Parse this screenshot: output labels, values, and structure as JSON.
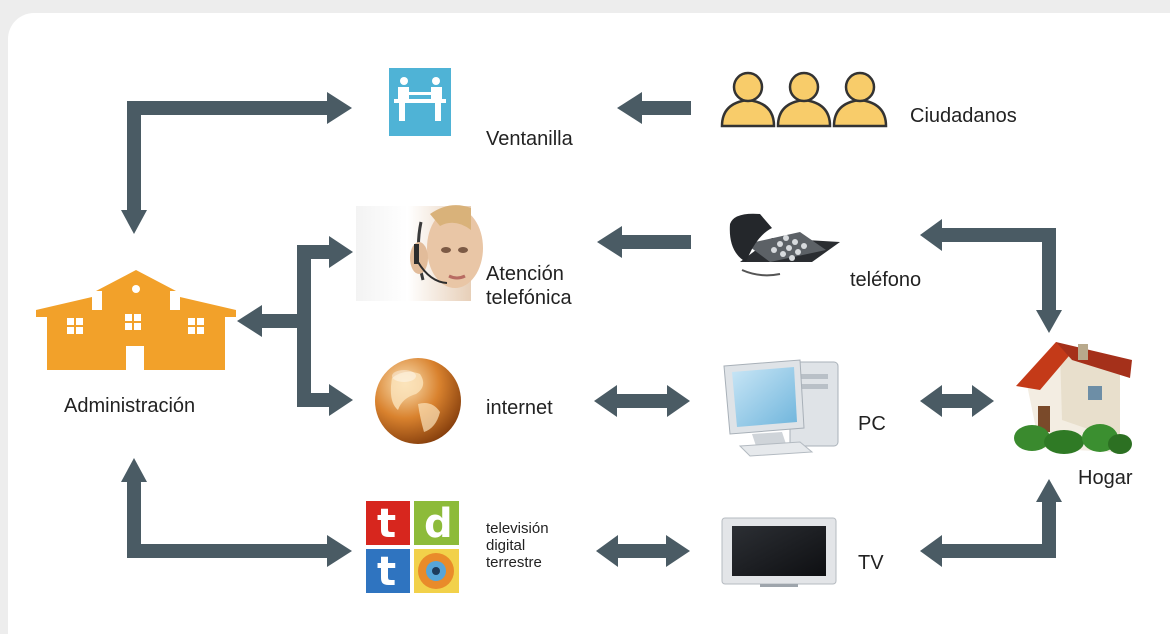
{
  "labels": {
    "administracion": "Administración",
    "ventanilla": "Ventanilla",
    "ciudadanos": "Ciudadanos",
    "atencion_line1": "Atención",
    "atencion_line2": "telefónica",
    "telefono": "teléfono",
    "internet": "internet",
    "pc": "PC",
    "hogar": "Hogar",
    "tdt_line1": "televisión",
    "tdt_line2": "digital",
    "tdt_line3": "terrestre",
    "tv": "TV"
  },
  "tdt_logo": {
    "t1": "t",
    "d": "d",
    "t2": "t"
  },
  "colors": {
    "arrow": "#4a5b64",
    "building": "#f2a12a",
    "people": "#f8cc6a",
    "counter": "#4fb3d6",
    "tdt_red": "#d7261e",
    "tdt_green": "#8dbb3a",
    "tdt_blue": "#2f74c0",
    "roof": "#c23a18"
  },
  "icons": [
    "building-icon",
    "service-counter-icon",
    "citizens-icon",
    "call-center-photo",
    "desk-phone-icon",
    "globe-icon",
    "pc-icon",
    "house-icon",
    "tdt-logo",
    "tv-icon"
  ]
}
